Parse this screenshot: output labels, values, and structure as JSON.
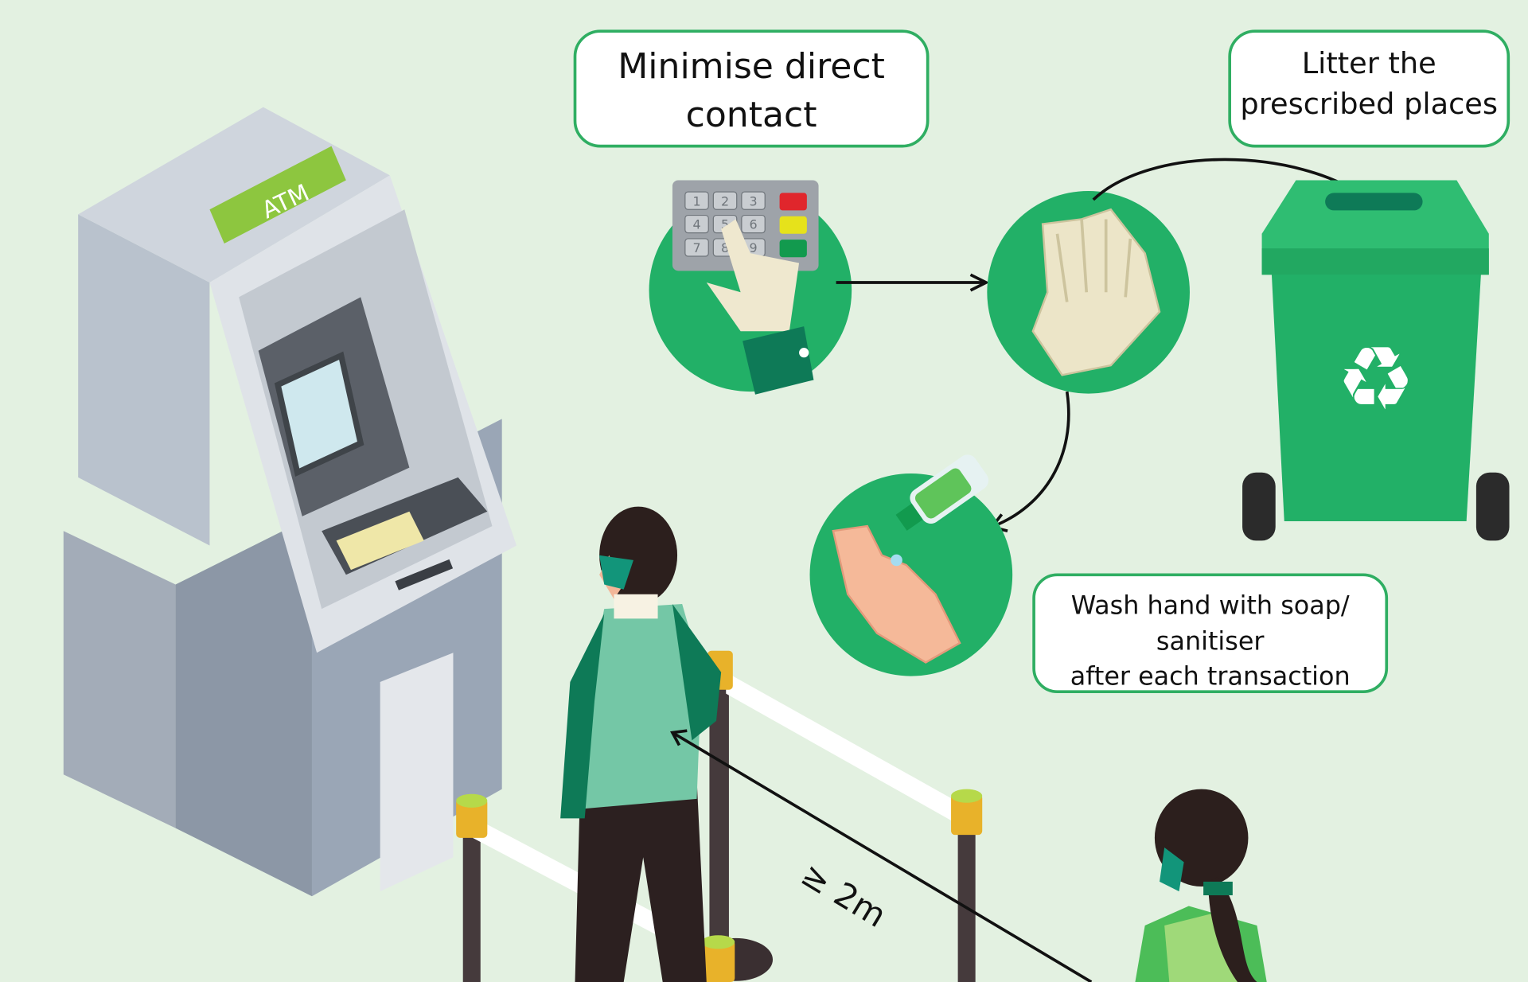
{
  "callouts": {
    "minimise": {
      "line1": "Minimise direct",
      "line2": "contact"
    },
    "litter": {
      "line1": "Litter the",
      "line2": "prescribed places"
    },
    "wash": {
      "line1": "Wash hand with soap/",
      "line2": "sanitiser",
      "line3": "after each transaction"
    }
  },
  "atm_sign": "ATM",
  "keypad_keys": [
    "1",
    "2",
    "3",
    "4",
    "5",
    "6",
    "7",
    "8",
    "9"
  ],
  "distance_label": "≥ 2m",
  "colors": {
    "background": "#e3f1e1",
    "accent_green": "#22b067",
    "dark_green": "#0e7a57",
    "border": "#2fae62"
  }
}
